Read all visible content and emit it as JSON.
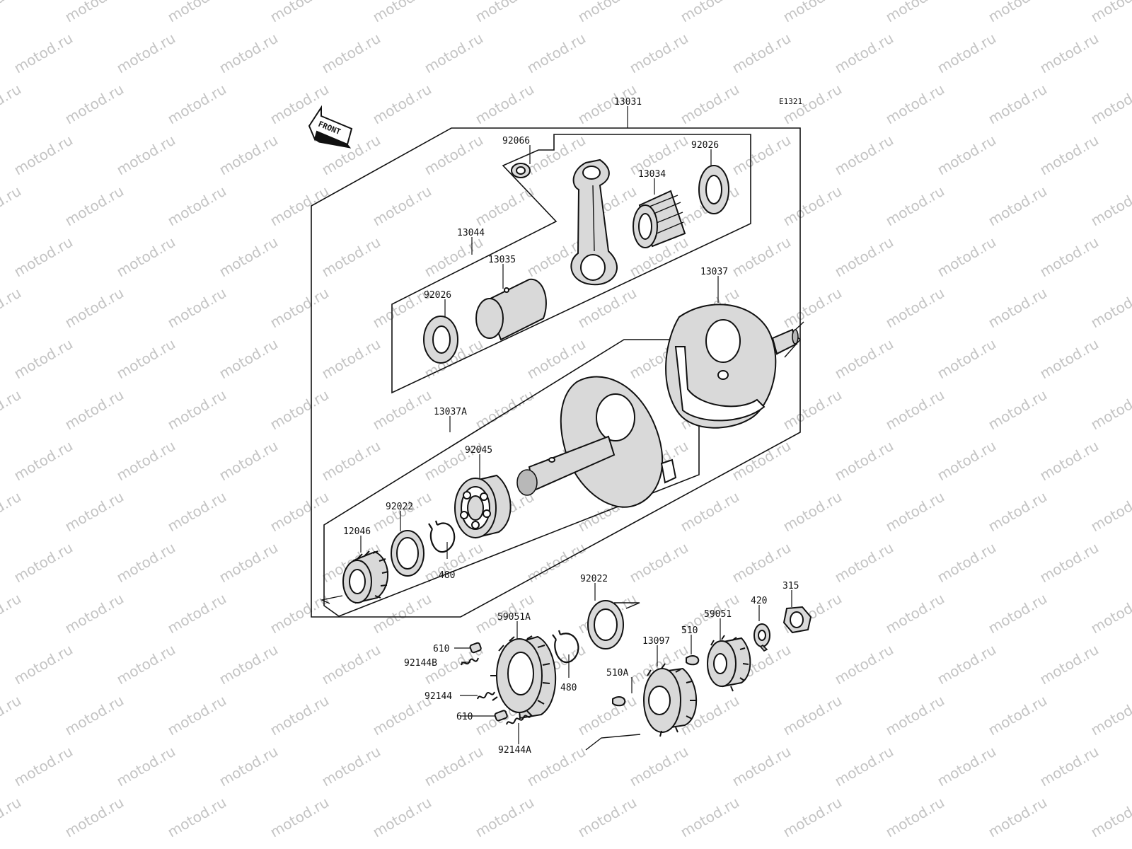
{
  "diagram": {
    "code": "E1321",
    "front_label": "FRONT",
    "watermark": "motod.ru",
    "parts": {
      "p13031": "13031",
      "p92066": "92066",
      "p92026a": "92026",
      "p13034": "13034",
      "p13044": "13044",
      "p13035": "13035",
      "p92026b": "92026",
      "p13037": "13037",
      "p13037A": "13037A",
      "p92045": "92045",
      "p92022a": "92022",
      "p12046": "12046",
      "p480a": "480",
      "p92022b": "92022",
      "p59051A": "59051A",
      "p610a": "610",
      "p92144B": "92144B",
      "p480b": "480",
      "p92144": "92144",
      "p610b": "610",
      "p92144A": "92144A",
      "p13097": "13097",
      "p510A": "510A",
      "p510": "510",
      "p59051": "59051",
      "p420": "420",
      "p315": "315"
    }
  }
}
